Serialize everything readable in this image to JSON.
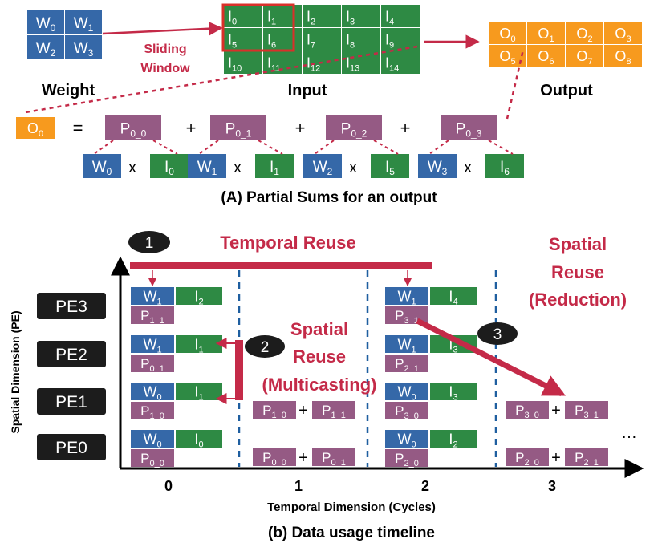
{
  "colors": {
    "weight": "#3568a8",
    "input": "#2e8a44",
    "output": "#f79a1e",
    "partial": "#955a84",
    "accent": "#c42a48",
    "divider": "#1f5fa0",
    "pe_label_bg": "#1c1c1c"
  },
  "top": {
    "weight_cells": [
      [
        "W",
        "0"
      ],
      [
        "W",
        "1"
      ],
      [
        "W",
        "2"
      ],
      [
        "W",
        "3"
      ]
    ],
    "input_cells": [
      [
        "I",
        "0"
      ],
      [
        "I",
        "1"
      ],
      [
        "I",
        "2"
      ],
      [
        "I",
        "3"
      ],
      [
        "I",
        "4"
      ],
      [
        "I",
        "5"
      ],
      [
        "I",
        "6"
      ],
      [
        "I",
        "7"
      ],
      [
        "I",
        "8"
      ],
      [
        "I",
        "9"
      ],
      [
        "I",
        "10"
      ],
      [
        "I",
        "11"
      ],
      [
        "I",
        "12"
      ],
      [
        "I",
        "13"
      ],
      [
        "I",
        "14"
      ]
    ],
    "output_cells": [
      [
        "O",
        "0"
      ],
      [
        "O",
        "1"
      ],
      [
        "O",
        "2"
      ],
      [
        "O",
        "3"
      ],
      [
        "O",
        "5"
      ],
      [
        "O",
        "6"
      ],
      [
        "O",
        "7"
      ],
      [
        "O",
        "8"
      ]
    ],
    "sliding_window_line1": "Sliding",
    "sliding_window_line2": "Window",
    "weight_label": "Weight",
    "input_label": "Input",
    "output_label": "Output"
  },
  "equation": {
    "output_cell": [
      "O",
      "0"
    ],
    "equals": "=",
    "plus": "+",
    "times": "x",
    "partials": [
      [
        "P",
        "0_0"
      ],
      [
        "P",
        "0_1"
      ],
      [
        "P",
        "0_2"
      ],
      [
        "P",
        "0_3"
      ]
    ],
    "weights": [
      [
        "W",
        "0"
      ],
      [
        "W",
        "1"
      ],
      [
        "W",
        "2"
      ],
      [
        "W",
        "3"
      ]
    ],
    "inputs": [
      [
        "I",
        "0"
      ],
      [
        "I",
        "1"
      ],
      [
        "I",
        "5"
      ],
      [
        "I",
        "6"
      ]
    ]
  },
  "caption_a": "(A) Partial Sums for an output",
  "timeline": {
    "y_axis_label": "Spatial Dimension (PE)",
    "x_axis_label": "Temporal Dimension (Cycles)",
    "cycles": [
      "0",
      "1",
      "2",
      "3"
    ],
    "pe_labels": [
      "PE3",
      "PE2",
      "PE1",
      "PE0"
    ],
    "badge1": "1",
    "badge2": "2",
    "badge3": "3",
    "temporal_reuse": "Temporal Reuse",
    "spatial_multicast": [
      "Spatial",
      "Reuse",
      "(Multicasting)"
    ],
    "spatial_reduction": [
      "Spatial",
      "Reuse",
      "(Reduction)"
    ],
    "cycle0": [
      {
        "w": [
          "W",
          "1"
        ],
        "i": [
          "I",
          "2"
        ],
        "p": [
          "P",
          "1_1"
        ]
      },
      {
        "w": [
          "W",
          "1"
        ],
        "i": [
          "I",
          "1"
        ],
        "p": [
          "P",
          "0_1"
        ]
      },
      {
        "w": [
          "W",
          "0"
        ],
        "i": [
          "I",
          "1"
        ],
        "p": [
          "P",
          "1_0"
        ]
      },
      {
        "w": [
          "W",
          "0"
        ],
        "i": [
          "I",
          "0"
        ],
        "p": [
          "P",
          "0_0"
        ]
      }
    ],
    "cycle2": [
      {
        "w": [
          "W",
          "1"
        ],
        "i": [
          "I",
          "4"
        ],
        "p": [
          "P",
          "3_1"
        ]
      },
      {
        "w": [
          "W",
          "1"
        ],
        "i": [
          "I",
          "3"
        ],
        "p": [
          "P",
          "2_1"
        ]
      },
      {
        "w": [
          "W",
          "0"
        ],
        "i": [
          "I",
          "3"
        ],
        "p": [
          "P",
          "3_0"
        ]
      },
      {
        "w": [
          "W",
          "0"
        ],
        "i": [
          "I",
          "2"
        ],
        "p": [
          "P",
          "2_0"
        ]
      }
    ],
    "cycle1_sums": [
      {
        "a": [
          "P",
          "1_0"
        ],
        "b": [
          "P",
          "1_1"
        ]
      },
      {
        "a": [
          "P",
          "0_0"
        ],
        "b": [
          "P",
          "0_1"
        ]
      }
    ],
    "cycle3_sums": [
      {
        "a": [
          "P",
          "3_0"
        ],
        "b": [
          "P",
          "3_1"
        ]
      },
      {
        "a": [
          "P",
          "2_0"
        ],
        "b": [
          "P",
          "2_1"
        ]
      }
    ],
    "plus": "+",
    "ellipsis": "…"
  },
  "caption_b": "(b) Data usage timeline"
}
